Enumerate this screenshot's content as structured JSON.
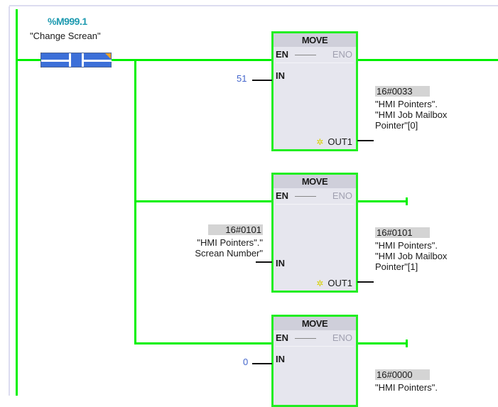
{
  "contact": {
    "address": "%M999.1",
    "tag": "\"Change Screan\""
  },
  "blocks": [
    {
      "title": "MOVE",
      "en": "EN",
      "eno": "ENO",
      "in_label": "IN",
      "out_label": "OUT1",
      "in_value": "51",
      "out_value": "16#0033",
      "out_tag": [
        "\"HMI Pointers\".",
        "\"HMI Job Mailbox",
        "Pointer\"[0]"
      ]
    },
    {
      "title": "MOVE",
      "en": "EN",
      "eno": "ENO",
      "in_label": "IN",
      "out_label": "OUT1",
      "in_value": "16#0101",
      "in_tag": [
        "\"HMI Pointers\".\"",
        "Screan Number\""
      ],
      "out_value": "16#0101",
      "out_tag": [
        "\"HMI Pointers\".",
        "\"HMI Job Mailbox",
        "Pointer\"[1]"
      ]
    },
    {
      "title": "MOVE",
      "en": "EN",
      "eno": "ENO",
      "in_label": "IN",
      "in_value": "0",
      "out_value": "16#0000",
      "out_tag": [
        "\"HMI Pointers\"."
      ]
    }
  ],
  "colors": {
    "wire": "#00f000",
    "contact": "#3c6fd8",
    "box_border": "#22ee22",
    "address": "#1e9ab0",
    "constant": "#4466cc"
  }
}
